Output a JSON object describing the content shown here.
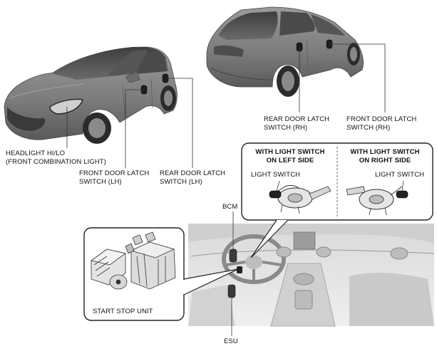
{
  "labels": {
    "headlight": [
      "HEADLIGHT HI/LO",
      "(FRONT COMBINATION LIGHT)"
    ],
    "front_door_lh": [
      "FRONT DOOR LATCH",
      "SWITCH (LH)"
    ],
    "rear_door_lh": [
      "REAR DOOR LATCH",
      "SWITCH (LH)"
    ],
    "rear_door_rh": [
      "REAR DOOR LATCH",
      "SWITCH (RH)"
    ],
    "front_door_rh": [
      "FRONT DOOR LATCH",
      "SWITCH (RH)"
    ],
    "bcm": "BCM",
    "esu": "ESU",
    "start_stop_unit": "START STOP UNIT"
  },
  "light_switch_box": {
    "left_heading": [
      "WITH LIGHT SWITCH",
      "ON LEFT SIDE"
    ],
    "right_heading": [
      "WITH LIGHT SWITCH",
      "ON RIGHT SIDE"
    ],
    "left_caption": "LIGHT SWITCH",
    "right_caption": "LIGHT SWITCH"
  }
}
